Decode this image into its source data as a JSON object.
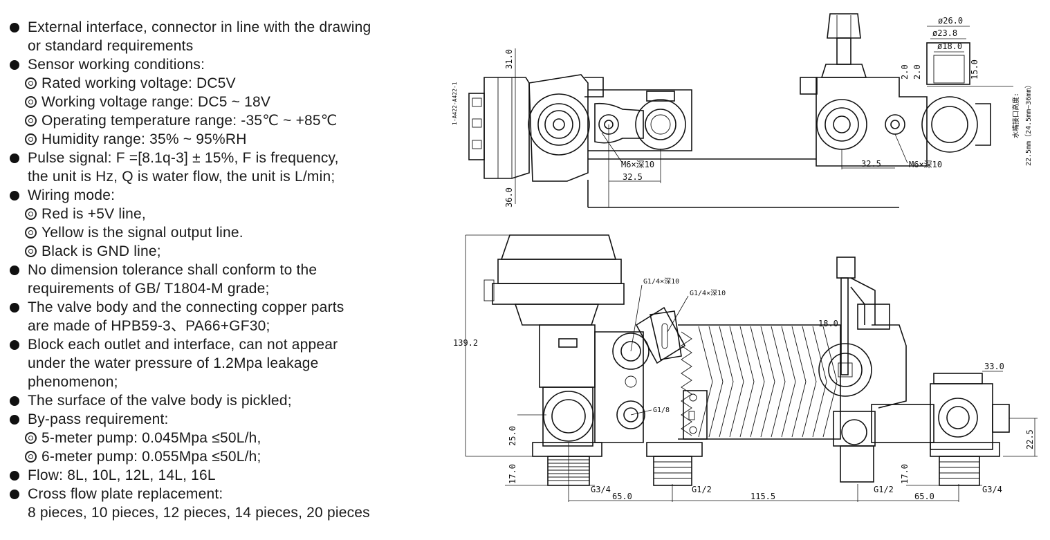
{
  "specs": [
    {
      "kind": "bullet",
      "text": "External interface, connector in line with the drawing"
    },
    {
      "kind": "cont",
      "text": "or standard requirements"
    },
    {
      "kind": "bullet",
      "text": "Sensor working conditions:"
    },
    {
      "kind": "sub",
      "text": "Rated working voltage: DC5V"
    },
    {
      "kind": "sub",
      "text": "Working voltage range: DC5 ~ 18V"
    },
    {
      "kind": "sub",
      "text": "Operating temperature range: -35℃ ~ +85℃"
    },
    {
      "kind": "sub",
      "text": "Humidity range: 35% ~ 95%RH"
    },
    {
      "kind": "bullet",
      "text": "Pulse signal: F =[8.1q-3] ± 15%, F is frequency,"
    },
    {
      "kind": "cont",
      "text": "the unit is Hz, Q is water flow, the unit is L/min;"
    },
    {
      "kind": "bullet",
      "text": "Wiring mode:"
    },
    {
      "kind": "sub",
      "text": "Red is +5V line,"
    },
    {
      "kind": "sub",
      "text": "Yellow is the signal output line."
    },
    {
      "kind": "sub",
      "text": "Black is GND line;"
    },
    {
      "kind": "bullet",
      "text": "No dimension tolerance shall conform to the"
    },
    {
      "kind": "cont",
      "text": "requirements of GB/ T1804-M grade;"
    },
    {
      "kind": "bullet",
      "text": "The valve body and the connecting copper parts"
    },
    {
      "kind": "cont",
      "text": "are made of HPB59-3、PA66+GF30;"
    },
    {
      "kind": "bullet",
      "text": "Block each outlet and interface, can not appear"
    },
    {
      "kind": "cont",
      "text": "under the water pressure of 1.2Mpa leakage"
    },
    {
      "kind": "cont",
      "text": "phenomenon;"
    },
    {
      "kind": "bullet",
      "text": "The surface of the valve body is pickled;"
    },
    {
      "kind": "bullet",
      "text": "By-pass requirement:"
    },
    {
      "kind": "sub",
      "text": "5-meter pump: 0.045Mpa ≤50L/h,"
    },
    {
      "kind": "sub",
      "text": "6-meter pump: 0.055Mpa ≤50L/h;"
    },
    {
      "kind": "bullet",
      "text": "Flow: 8L, 10L, 12L, 14L, 16L"
    },
    {
      "kind": "bullet",
      "text": "Cross flow plate replacement:"
    },
    {
      "kind": "cont",
      "text": "8 pieces, 10 pieces, 12 pieces, 14 pieces, 20 pieces"
    }
  ],
  "drawing": {
    "top": {
      "dim_31": "31.0",
      "dim_36": "36.0",
      "dim_32_5_left": "32.5",
      "dim_32_5_right": "32.5",
      "m6_left": "M6×深10",
      "m6_right": "M6×深10",
      "d26": "ø26.0",
      "d23_8": "ø23.8",
      "d18": "ø18.0",
      "dim_2a": "2.0",
      "dim_2b": "2.0",
      "dim_15": "15.0",
      "note1": "水嘴接口高度:",
      "note2": "22.5mm（24.5mm~36mm）",
      "conn_pins": "1-A422-A422-1"
    },
    "bottom": {
      "dim_139": "139.2",
      "g14_a": "G1/4×深10",
      "g14_b": "G1/4×深10",
      "g18": "G1/8",
      "dim_18": "18.0",
      "dim_33": "33.0",
      "dim_25": "25.0",
      "dim_17_left": "17.0",
      "dim_17_right": "17.0",
      "dim_22_5": "22.5",
      "g34_left": "G3/4",
      "g12_a": "G1/2",
      "g12_b": "G1/2",
      "g34_right": "G3/4",
      "dim_65_left": "65.0",
      "dim_115": "115.5",
      "dim_65_right": "65.0"
    }
  }
}
